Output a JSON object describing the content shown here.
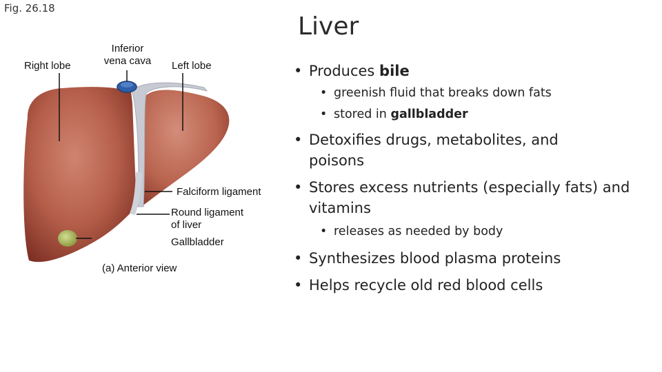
{
  "figure": {
    "label": "Fig. 26.18",
    "labels": {
      "right_lobe": "Right lobe",
      "inferior_vena_cava_1": "Inferior",
      "inferior_vena_cava_2": "vena cava",
      "left_lobe": "Left lobe",
      "falciform_ligament": "Falciform ligament",
      "round_ligament_1": "Round ligament",
      "round_ligament_2": "of liver",
      "gallbladder": "Gallbladder",
      "view_caption": "(a) Anterior view"
    }
  },
  "slide": {
    "title": "Liver",
    "bullets": [
      {
        "prefix": "Produces ",
        "bold": "bile",
        "suffix": ""
      },
      {
        "prefix": "greenish fluid that breaks down fats",
        "bold": "",
        "suffix": ""
      },
      {
        "prefix": "stored in ",
        "bold": "gallbladder",
        "suffix": ""
      },
      {
        "prefix": "Detoxifies drugs, metabolites, and poisons"
      },
      {
        "prefix": "Stores excess nutrients (especially fats) and vitamins"
      },
      {
        "prefix": "releases as needed by body"
      },
      {
        "prefix": "Synthesizes blood plasma proteins"
      },
      {
        "prefix": "Helps recycle old red blood cells"
      }
    ]
  },
  "colors": {
    "liver_dark": "#8e3a2c",
    "liver_mid": "#b8624d",
    "liver_light": "#d48c78",
    "ligament": "#c8c9d0",
    "vena_cava": "#2f5fa8",
    "gallbladder": "#a9b860"
  }
}
